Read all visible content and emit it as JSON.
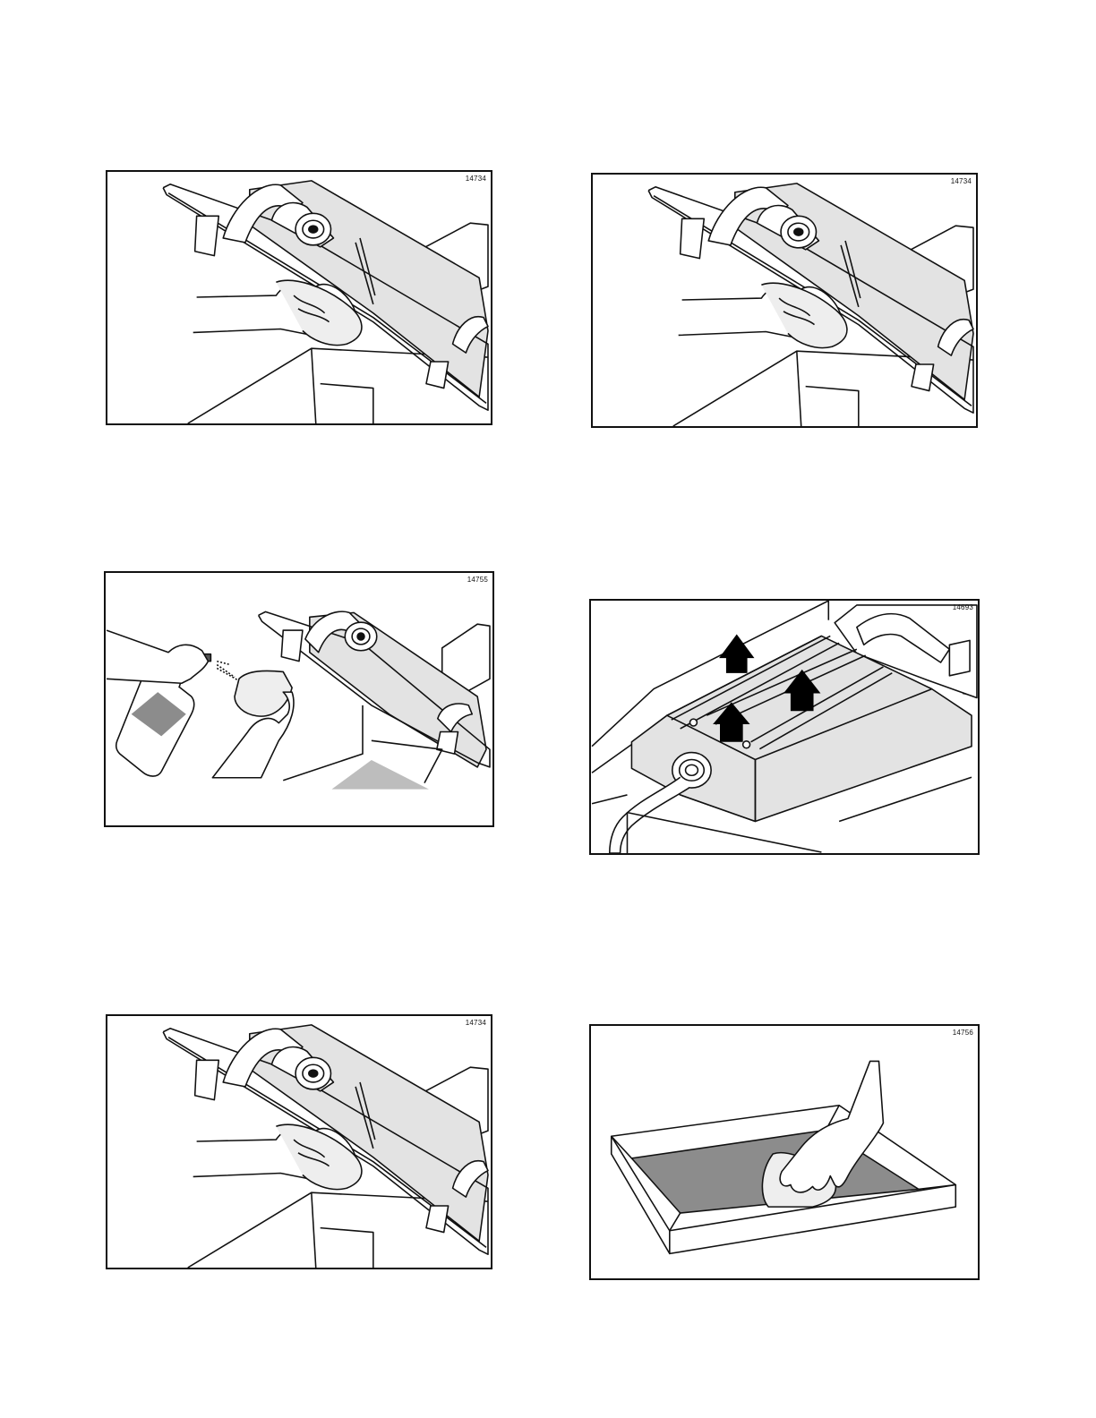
{
  "figures": [
    {
      "id": "fig-1",
      "number": "14734"
    },
    {
      "id": "fig-2",
      "number": "14734"
    },
    {
      "id": "fig-3",
      "number": "14755"
    },
    {
      "id": "fig-4",
      "number": "14693"
    },
    {
      "id": "fig-5",
      "number": "14734"
    },
    {
      "id": "fig-6",
      "number": "14756"
    }
  ],
  "colors": {
    "line": "#111111",
    "fill_light": "#e3e3e3",
    "fill_dark": "#8c8c8c",
    "arrow": "#000000"
  }
}
